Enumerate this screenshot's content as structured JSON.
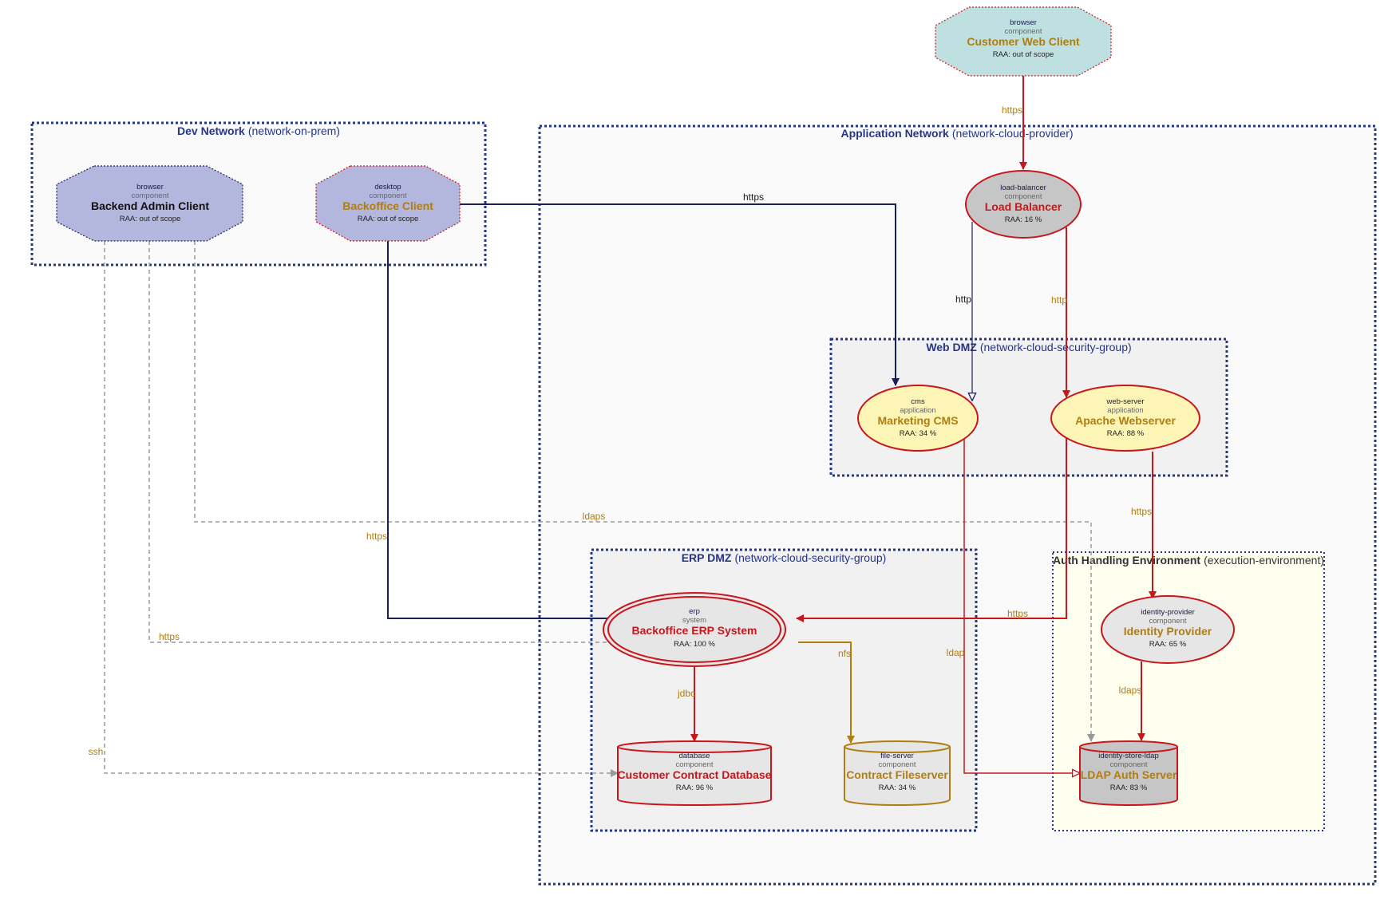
{
  "colors": {
    "boundary": "#24358a",
    "edge_red": "#c8161d",
    "edge_navy": "#1a1f5a",
    "edge_gold": "#b07d10",
    "edge_gray": "#999999",
    "label_gold": "#b07d10",
    "title_red": "#c8161d",
    "title_gold": "#b07d10",
    "title_dark": "#111111"
  },
  "boundaries": {
    "dev": {
      "name": "Dev Network",
      "type": "(network-on-prem)"
    },
    "app": {
      "name": "Application Network",
      "type": "(network-cloud-provider)"
    },
    "webdmz": {
      "name": "Web DMZ",
      "type": "(network-cloud-security-group)"
    },
    "erpdmz": {
      "name": "ERP DMZ",
      "type": "(network-cloud-security-group)"
    },
    "auth": {
      "name": "Auth Handling Environment",
      "type": "(execution-environment)"
    }
  },
  "nodes": {
    "customer_web_client": {
      "tech": "browser",
      "type": "component",
      "title": "Customer Web Client",
      "raa": "RAA: out of scope"
    },
    "backend_admin_client": {
      "tech": "browser",
      "type": "component",
      "title": "Backend Admin Client",
      "raa": "RAA: out of scope"
    },
    "backoffice_client": {
      "tech": "desktop",
      "type": "component",
      "title": "Backoffice Client",
      "raa": "RAA: out of scope"
    },
    "load_balancer": {
      "tech": "load-balancer",
      "type": "component",
      "title": "Load Balancer",
      "raa": "RAA: 16 %"
    },
    "marketing_cms": {
      "tech": "cms",
      "type": "application",
      "title": "Marketing CMS",
      "raa": "RAA: 34 %"
    },
    "apache_webserver": {
      "tech": "web-server",
      "type": "application",
      "title": "Apache Webserver",
      "raa": "RAA: 88 %"
    },
    "backoffice_erp": {
      "tech": "erp",
      "type": "system",
      "title": "Backoffice ERP System",
      "raa": "RAA: 100 %"
    },
    "identity_provider": {
      "tech": "identity-provider",
      "type": "component",
      "title": "Identity Provider",
      "raa": "RAA: 65 %"
    },
    "customer_contract_db": {
      "tech": "database",
      "type": "component",
      "title": "Customer Contract Database",
      "raa": "RAA: 96 %"
    },
    "contract_fileserver": {
      "tech": "file-server",
      "type": "component",
      "title": "Contract Fileserver",
      "raa": "RAA: 34 %"
    },
    "ldap_auth_server": {
      "tech": "identity-store-ldap",
      "type": "component",
      "title": "LDAP Auth Server",
      "raa": "RAA: 83 %"
    }
  },
  "edges": {
    "customer_to_lb": "https",
    "backoffice_to_cms": "https",
    "lb_to_cms": "http",
    "lb_to_apache": "http",
    "admin_to_ldap": "ldaps",
    "backoffice_to_erp": "https",
    "apache_to_idp": "https",
    "apache_to_erp": "https",
    "admin_to_erp": "https",
    "erp_to_fileserver": "nfs",
    "cms_to_ldap": "ldap",
    "erp_to_db": "jdbc",
    "idp_to_ldap": "ldaps",
    "admin_to_db": "ssh"
  }
}
